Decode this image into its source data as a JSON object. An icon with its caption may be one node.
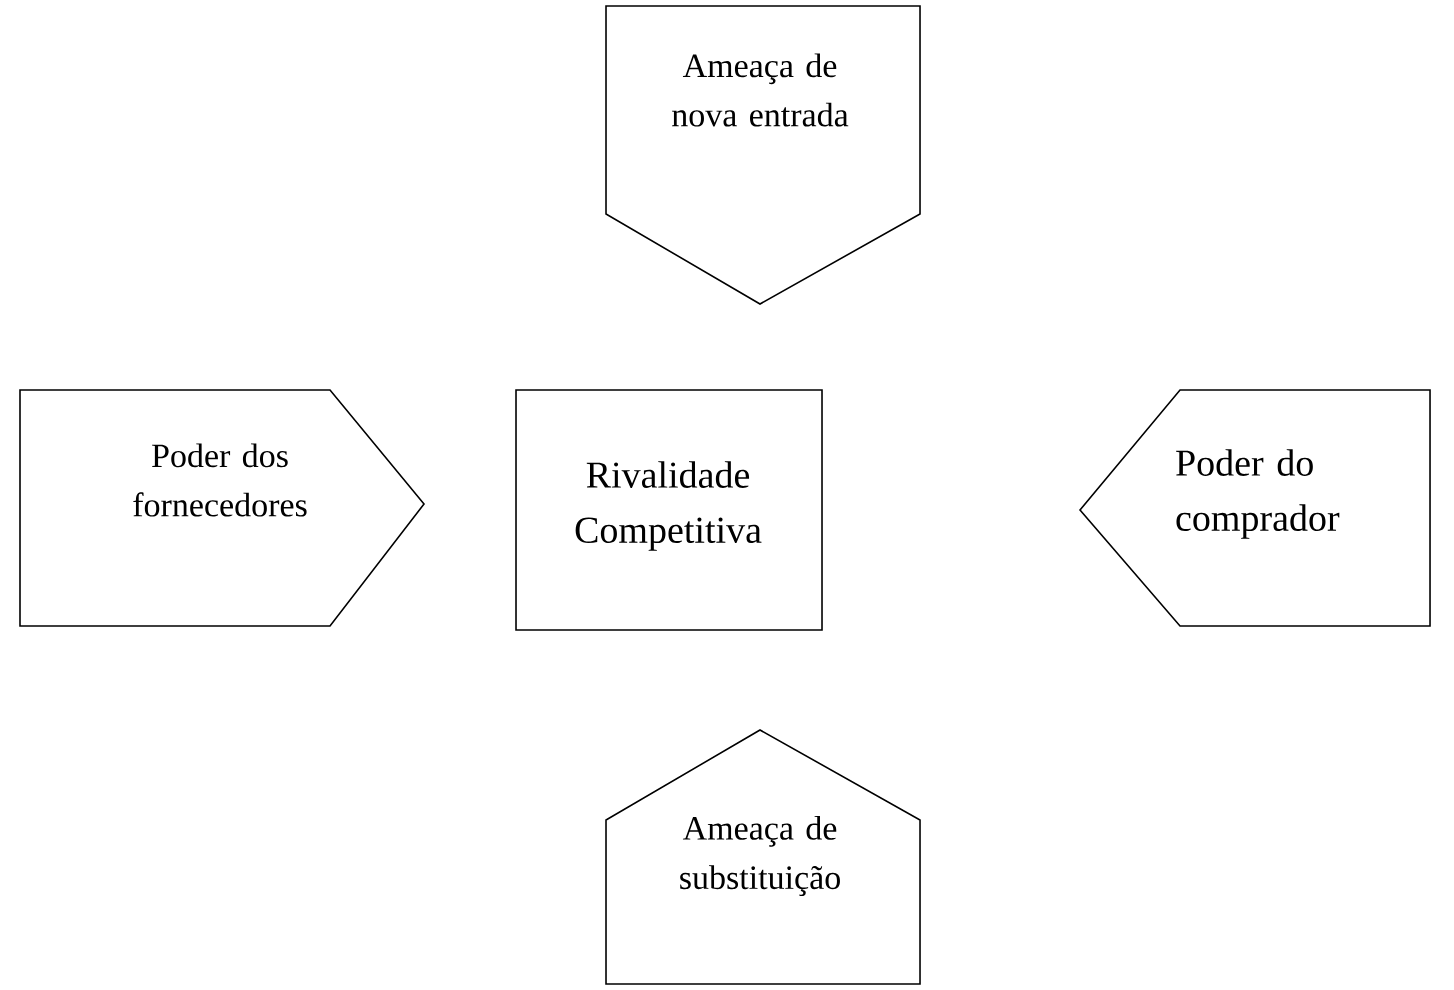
{
  "diagram": {
    "nodes": [
      {
        "text": [
          "Ameaça de nova entrada"
        ]
      },
      {
        "text": [
          "Poder dos fornecedores"
        ]
      },
      {
        "text": [
          "Rivalidade Competitiva"
        ]
      },
      {
        "text": [
          "Poder do comprador"
        ]
      },
      {
        "text": [
          "Ameaça de substituição"
        ]
      }
    ]
  }
}
